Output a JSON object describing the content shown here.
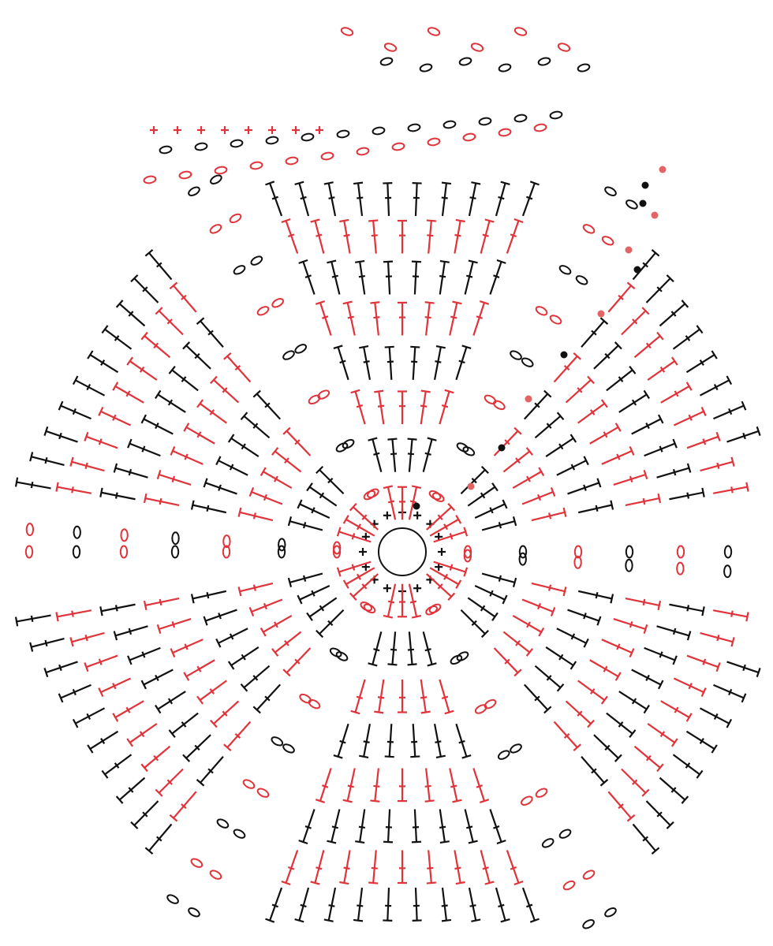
{
  "diagram": {
    "type": "crochet-chart",
    "shape": "hexagon",
    "background": "#ffffff",
    "colors": {
      "odd_rounds": "#e0333a",
      "even_rounds": "#111111",
      "slip_stitch_red": "#e36464"
    },
    "rounds": [
      {
        "round": 1,
        "color": "even_rounds",
        "stitch": "single-crochet-icon",
        "count": 16
      },
      {
        "round": 2,
        "color": "odd_rounds",
        "stitch": "double-crochet-icon",
        "chain_groups": 6
      },
      {
        "round": 3,
        "color": "even_rounds",
        "stitch": "double-crochet-icon",
        "chain_groups": 6
      },
      {
        "round": 4,
        "color": "odd_rounds",
        "stitch": "double-crochet-icon",
        "chain_groups": 6
      },
      {
        "round": 5,
        "color": "even_rounds",
        "stitch": "double-crochet-icon",
        "chain_groups": 6
      },
      {
        "round": 6,
        "color": "odd_rounds",
        "stitch": "double-crochet-icon",
        "chain_groups": 6
      },
      {
        "round": 7,
        "color": "even_rounds",
        "stitch": "double-crochet-icon",
        "chain_groups": 6
      },
      {
        "round": 8,
        "color": "odd_rounds",
        "stitch": "double-crochet-icon",
        "chain_groups": 6
      },
      {
        "round": 9,
        "color": "even_rounds",
        "stitch": "double-crochet-icon",
        "chain_groups": 6
      }
    ],
    "legend_text": []
  }
}
